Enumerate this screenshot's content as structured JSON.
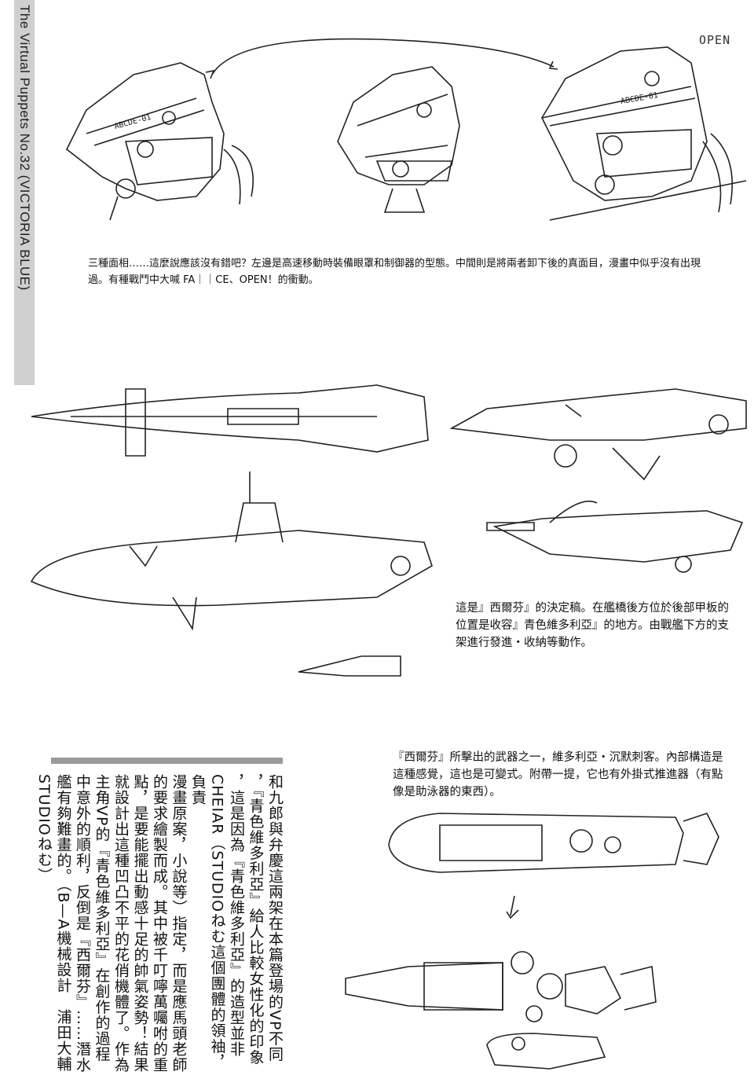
{
  "side_title": "The Virtual Puppets No.32 (VICTORIA BLUE)",
  "handwritten": {
    "open": "OPEN",
    "head_label_left": "ABCDE-01",
    "head_label_right": "ABCDE-01"
  },
  "captions": {
    "heads": "三種面相……這麼說應該沒有錯吧？左邊是高速移動時裝備眼罩和制御器的型態。中間則是將兩者卸下後的真面目，漫畫中似乎沒有出現過。有種戰鬥中大喊 FA｜｜CE、OPEN！的衝動。",
    "ship": "這是』西爾芬』的決定稿。在艦橋後方位於後部甲板的位置是收容』青色維多利亞』的地方。由戰艦下方的支架進行發進・收納等動作。",
    "weapon": "『西爾芬』所擊出的武器之一，維多利亞・沉默刺客。內部構造是這種感覺，這也是可變式。附帶一提，它也有外掛式推進器（有點像是助泳器的東西）。"
  },
  "commentary": [
    "和九郎與弁慶這兩架在本篇登場的VP不同",
    "，『青色維多利亞』給人比較女性化的印象",
    "，這是因為『青色維多利亞』的造型並非",
    "CHEIAR（STUDIOねむ這個團體的領袖，負責",
    "漫畫原案，小說等）指定，而是應馬頭老師",
    "的要求繪製而成。其中被千叮嚀萬囑咐的重",
    "點，是要能擺出動感十足的帥氣姿勢！結果",
    "就設計出這種凹凸不平的花俏機體了。作為",
    "主角VP的『青色維多利亞』在創作的過程",
    "中意外的順利，反倒是『西爾芬』……潛水",
    "艦有夠難畫的。（B—A機械設計　浦田大輔",
    "STUDIOねむ）"
  ]
}
